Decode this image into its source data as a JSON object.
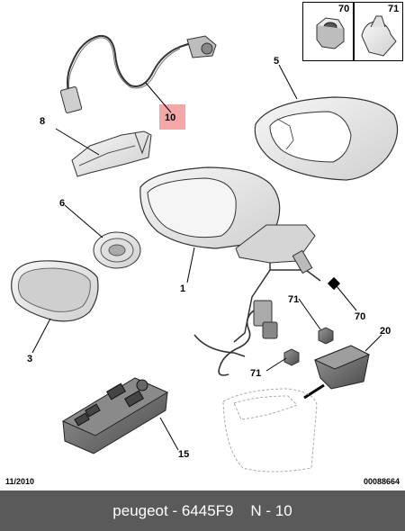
{
  "parts": {
    "p1": "1",
    "p3": "3",
    "p5": "5",
    "p6": "6",
    "p8": "8",
    "p10": "10",
    "p15": "15",
    "p20": "20",
    "p70a": "70",
    "p70b": "70",
    "p71a": "71",
    "p71b": "71",
    "p71c": "71"
  },
  "footer": {
    "date": "11/2010",
    "code": "00088664",
    "brand": "peugeot",
    "sep": " - ",
    "part_number": "6445F9",
    "gap": "    ",
    "page": "N - 10"
  },
  "colors": {
    "highlight": "#f4a7a7",
    "footer_bg": "#5a5a5a"
  }
}
